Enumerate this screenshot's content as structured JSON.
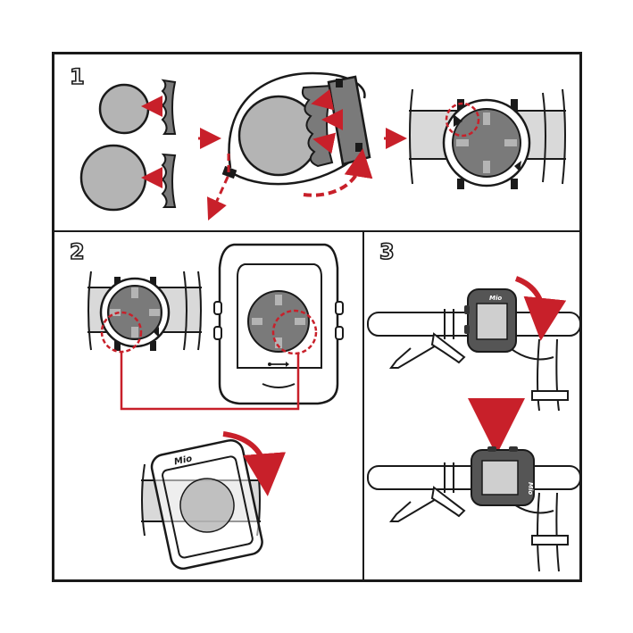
{
  "steps": [
    {
      "number": "1"
    },
    {
      "number": "2"
    },
    {
      "number": "3"
    }
  ],
  "device": {
    "brand": "Mio"
  },
  "colors": {
    "frame": "#1a1a1a",
    "accent_red": "#c8202a",
    "mount_gray": "#7a7a7a",
    "disc_gray": "#b4b4b4",
    "bar_gray": "#d9d9d9"
  },
  "icons": [
    "usb-icon",
    "arrow-icon",
    "rotate-arrow-icon"
  ]
}
